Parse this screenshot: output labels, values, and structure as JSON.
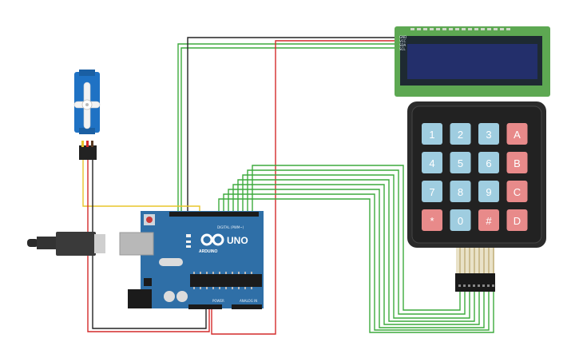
{
  "board": {
    "model_label": "UNO",
    "brand_label": "ARDUINO",
    "digital_header_label": "DIGITAL (PWM~)",
    "power_header_label": "POWER",
    "analog_header_label": "ANALOG IN"
  },
  "lcd": {
    "pin_labels": [
      "GND",
      "VCC",
      "SDA",
      "SCL"
    ]
  },
  "keypad": {
    "keys": [
      {
        "label": "1",
        "kind": "number"
      },
      {
        "label": "2",
        "kind": "number"
      },
      {
        "label": "3",
        "kind": "number"
      },
      {
        "label": "A",
        "kind": "letter"
      },
      {
        "label": "4",
        "kind": "number"
      },
      {
        "label": "5",
        "kind": "number"
      },
      {
        "label": "6",
        "kind": "number"
      },
      {
        "label": "B",
        "kind": "letter"
      },
      {
        "label": "7",
        "kind": "number"
      },
      {
        "label": "8",
        "kind": "number"
      },
      {
        "label": "9",
        "kind": "number"
      },
      {
        "label": "C",
        "kind": "letter"
      },
      {
        "label": "*",
        "kind": "symbol"
      },
      {
        "label": "0",
        "kind": "number"
      },
      {
        "label": "#",
        "kind": "symbol"
      },
      {
        "label": "D",
        "kind": "letter"
      }
    ]
  },
  "colors": {
    "board": "#2f6fa7",
    "wire_green": "#3daa3d",
    "wire_red": "#d42a2a",
    "wire_black": "#222222",
    "wire_yellow": "#e8c52a",
    "key_number": "#9fcde0",
    "key_letter": "#e88a8a",
    "lcd_screen": "#232f6b",
    "lcd_pcb": "#5da852",
    "servo_body": "#1f72c4"
  }
}
